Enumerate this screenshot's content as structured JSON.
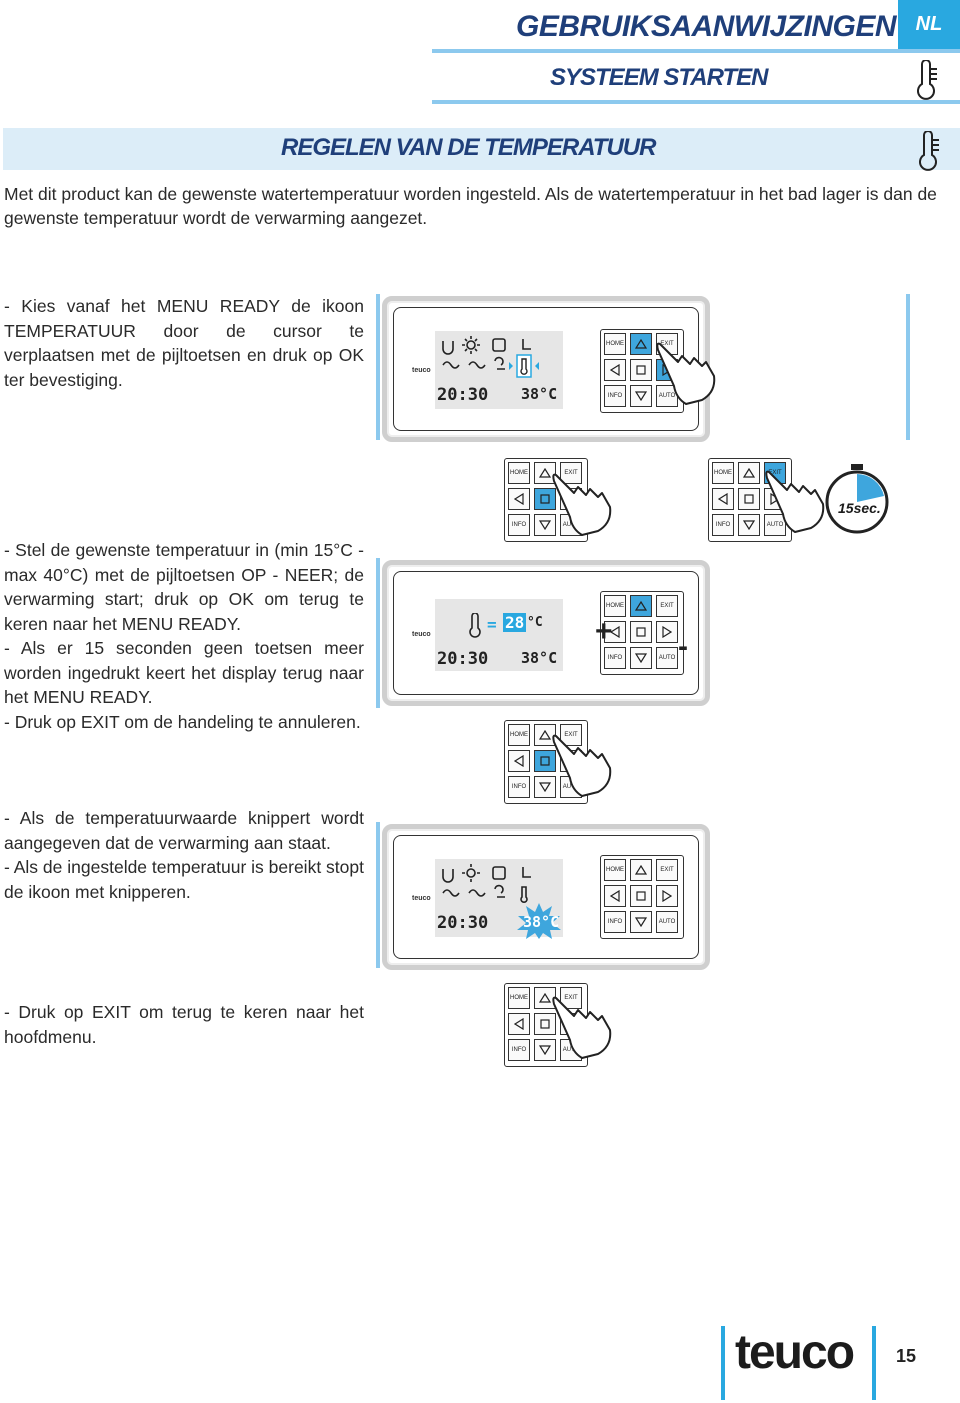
{
  "header": {
    "title": "GEBRUIKSAANWIJZINGEN",
    "lang_badge": "NL",
    "subtitle": "SYSTEEM STARTEN"
  },
  "section": {
    "title": "REGELEN VAN DE TEMPERATUUR"
  },
  "intro": "Met dit product kan de gewenste watertemperatuur worden ingesteld. Als de watertemperatuur in het bad lager is dan de gewenste temperatuur wordt de verwarming aangezet.",
  "steps": {
    "s1": "- Kies vanaf het MENU READY de ikoon TEMPERATUUR door de cursor te verplaatsen met de pijltoetsen en druk op OK ter bevestiging.",
    "s2a": "- Stel de gewenste temperatuur in (min 15°C - max 40°C) met de pijltoetsen OP - NEER; de verwarming start; druk op OK om terug te keren naar het MENU READY.",
    "s2b": "- Als er 15 seconden geen toetsen meer worden ingedrukt keert het display terug naar het MENU READY.",
    "s2c": "- Druk op EXIT om de handeling te annuleren.",
    "s3a": "- Als de temperatuurwaarde knippert wordt aangegeven dat de verwarming aan staat.",
    "s3b": "- Als de ingestelde temperatuur is bereikt stopt de ikoon met knipperen.",
    "s4": "- Druk op EXIT om terug te keren naar het hoofdmenu."
  },
  "panel": {
    "brand": "teuco",
    "time": "20:30",
    "temp": "38°C",
    "set_value": "28",
    "set_unit": "°C",
    "equals": "="
  },
  "keys": {
    "home": "HOME",
    "exit": "EXIT",
    "info": "INFO",
    "auto": "AUTO"
  },
  "timer_label": "15sec.",
  "signs": {
    "plus": "+",
    "minus": "-"
  },
  "footer": {
    "brand": "teuco",
    "page": "15"
  },
  "colors": {
    "accent": "#29a8e0",
    "title": "#1f3f7a",
    "line": "#8cc9ee",
    "key_active": "#3ea6dd"
  },
  "icons": [
    "thermometer-icon",
    "hand-pointer-icon",
    "stopwatch-icon",
    "arrow-up-icon",
    "arrow-down-icon",
    "arrow-left-icon",
    "arrow-right-icon"
  ]
}
